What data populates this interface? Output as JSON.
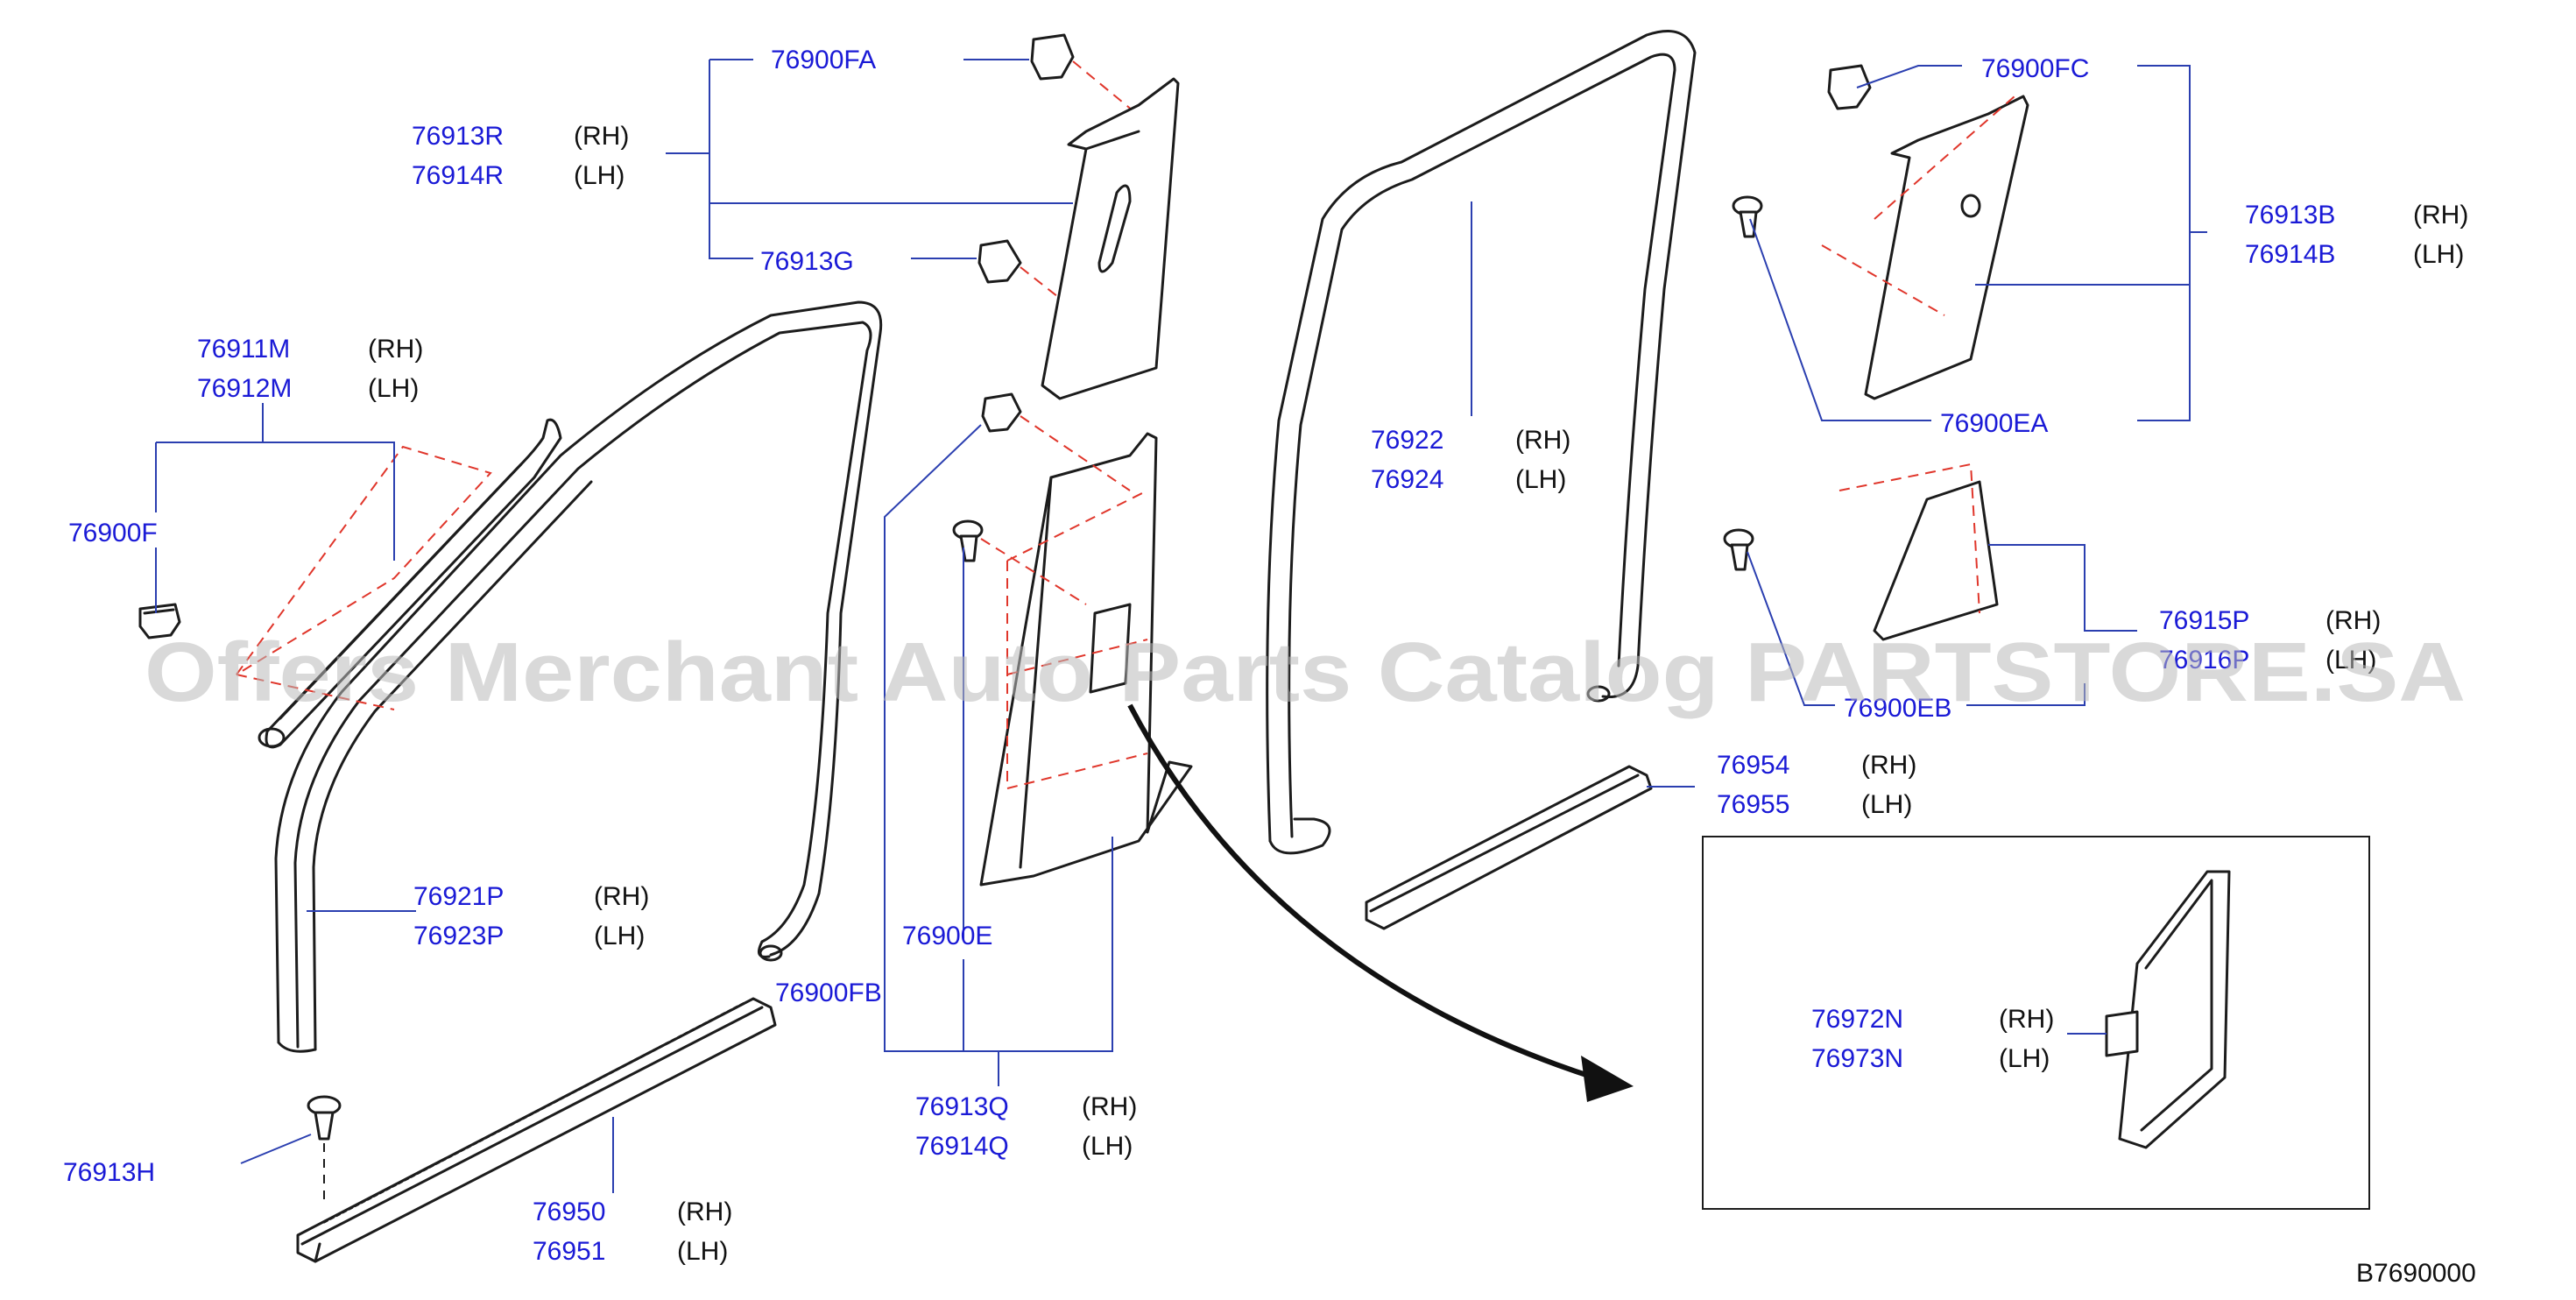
{
  "parts": {
    "p76900FA": "76900FA",
    "p76913R": "76913R",
    "p76914R": "76914R",
    "p76913G": "76913G",
    "p76911M": "76911M",
    "p76912M": "76912M",
    "p76900F": "76900F",
    "p76921P": "76921P",
    "p76923P": "76923P",
    "p76900FB": "76900FB",
    "p76913H": "76913H",
    "p76950": "76950",
    "p76951": "76951",
    "p76900E": "76900E",
    "p76913Q": "76913Q",
    "p76914Q": "76914Q",
    "p76922": "76922",
    "p76924": "76924",
    "p76900FC": "76900FC",
    "p76913B": "76913B",
    "p76914B": "76914B",
    "p76900EA": "76900EA",
    "p76915P": "76915P",
    "p76916P": "76916P",
    "p76900EB": "76900EB",
    "p76954": "76954",
    "p76955": "76955",
    "p76972N": "76972N",
    "p76973N": "76973N"
  },
  "sides": {
    "rh": "(RH)",
    "lh": "(LH)"
  },
  "diagram_code": "B7690000",
  "watermark": "Offers Merchant Auto Parts Catalog PARTSTORE.SA",
  "colors": {
    "part_number": "#1a1ad6",
    "leader_line": "#2b3fb0",
    "assembly_dash": "#e0362b",
    "outline": "#1c1c1c",
    "watermark": "#b9b9b9"
  }
}
